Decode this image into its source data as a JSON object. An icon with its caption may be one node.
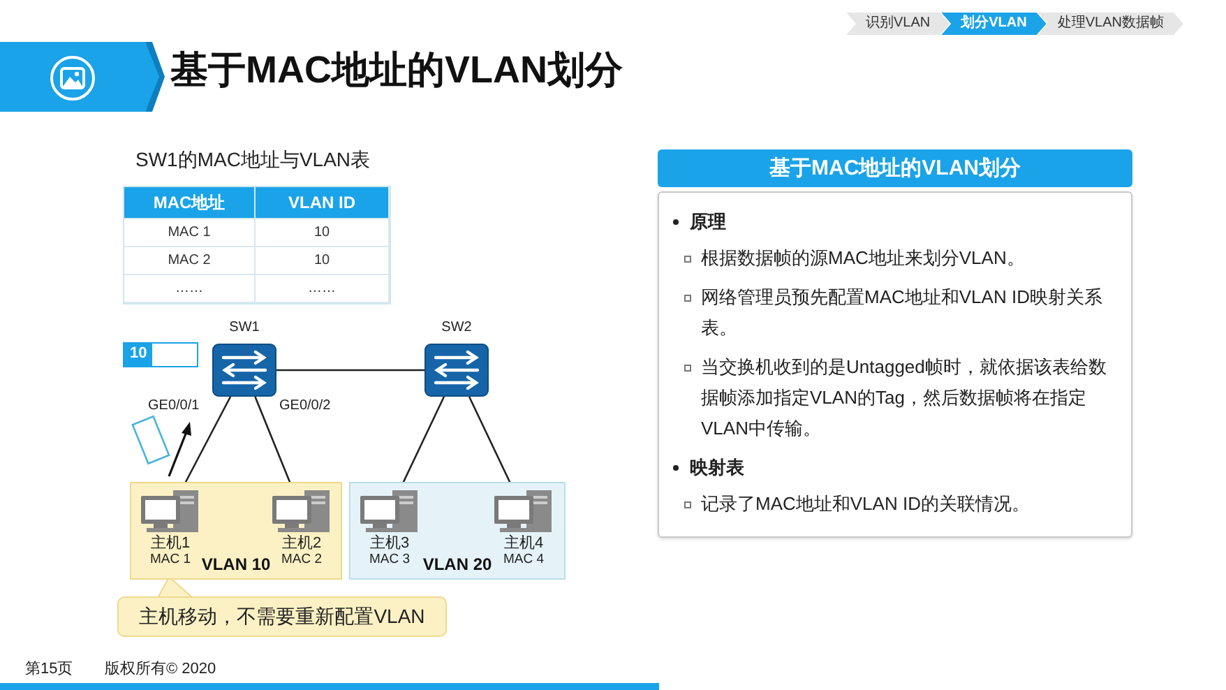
{
  "diagram": {
    "title": "基于MAC地址的VLAN划分",
    "nodes": [
      {
        "text": [
          "SW1"
        ]
      },
      {
        "text": [
          "SW2"
        ]
      },
      {
        "text": [
          "VLAN 10"
        ]
      },
      {
        "text": [
          "主机1",
          "MAC 1"
        ],
        "in": 2
      },
      {
        "text": [
          "主机2",
          "MAC 2"
        ],
        "in": 2
      },
      {
        "text": [
          "VLAN 20"
        ]
      },
      {
        "text": [
          "主机3",
          "MAC 3"
        ],
        "in": 5
      },
      {
        "text": [
          "主机4",
          "MAC 4"
        ],
        "in": 5
      },
      {
        "text": [
          "主机移动，不需要重新配置VLAN"
        ]
      },
      {
        "text": [
          "10"
        ]
      },
      {
        "text": [
          "基于MAC地址的VLAN划分",
          "原理",
          "根据数据帧的源MAC地址来划分VLAN。",
          "网络管理员预先配置MAC地址和VLAN ID映射关系表。",
          "当交换机收到的是Untagged帧时，就依据该表给数据帧添加指定VLAN的Tag，然后数据帧将在指定VLAN中传输。",
          "映射表",
          "记录了MAC地址和VLAN ID的关联情况。"
        ]
      }
    ],
    "edges": [
      {
        "from": 0,
        "to": 1,
        "arrow": "none"
      },
      {
        "from": 0,
        "to": 3,
        "arrow": "none"
      },
      {
        "from": 0,
        "to": 4,
        "arrow": "none"
      },
      {
        "from": 1,
        "to": 6,
        "arrow": "none"
      },
      {
        "from": 1,
        "to": 7,
        "arrow": "none"
      }
    ],
    "labels": [
      "识别VLAN",
      "划分VLAN",
      "处理VLAN数据帧",
      "SW1的MAC地址与VLAN表",
      "MAC地址",
      "VLAN ID",
      "MAC 1",
      "10",
      "MAC 2",
      "10",
      "……",
      "……",
      "GE0/0/1",
      "GE0/0/2",
      "第15页",
      "版权所有© 2020"
    ]
  }
}
